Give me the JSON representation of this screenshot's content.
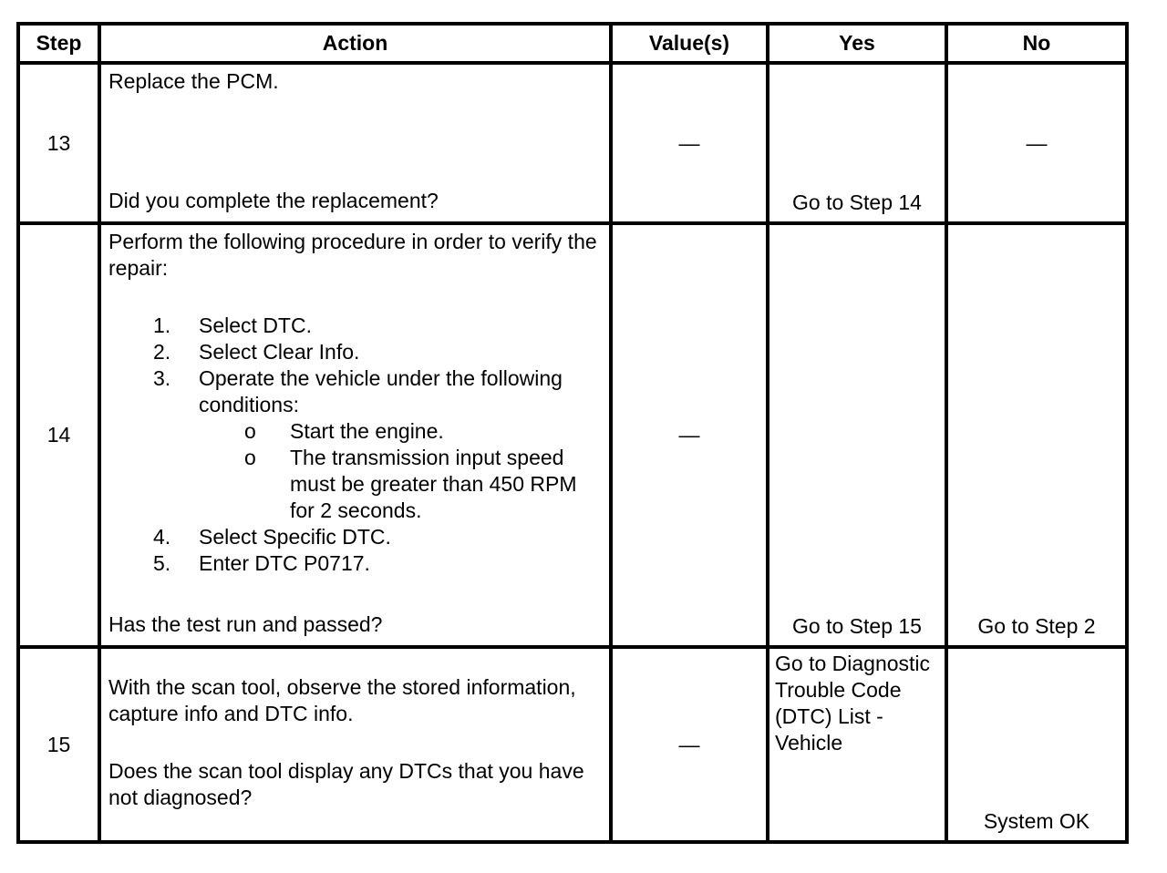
{
  "table": {
    "headers": {
      "step": "Step",
      "action": "Action",
      "values": "Value(s)",
      "yes": "Yes",
      "no": "No"
    },
    "rows": [
      {
        "step": "13",
        "action_intro": "Replace the PCM.",
        "question": "Did you complete the replacement?",
        "value": "—",
        "yes": "Go to Step 14",
        "no": "—"
      },
      {
        "step": "14",
        "action_intro": "Perform the following procedure in order to verify the repair:",
        "procedure": [
          {
            "num": "1.",
            "text": "Select DTC."
          },
          {
            "num": "2.",
            "text": "Select Clear Info."
          },
          {
            "num": "3.",
            "text": "Operate the vehicle under the following conditions:"
          },
          {
            "num": "4.",
            "text": "Select Specific DTC."
          },
          {
            "num": "5.",
            "text": "Enter DTC P0717."
          }
        ],
        "conditions": [
          {
            "bullet": "o",
            "text": "Start the engine."
          },
          {
            "bullet": "o",
            "text": "The transmission input speed must be greater than 450 RPM for 2 seconds."
          }
        ],
        "question": "Has the test run and passed?",
        "value": "—",
        "yes": "Go to Step 15",
        "no": "Go to Step 2"
      },
      {
        "step": "15",
        "action_intro": "With the scan tool, observe the stored information, capture info and DTC info.",
        "question": "Does the scan tool display any DTCs that you have not diagnosed?",
        "value": "—",
        "yes": "Go to Diagnostic Trouble Code (DTC) List - Vehicle",
        "no": "System OK"
      }
    ]
  }
}
